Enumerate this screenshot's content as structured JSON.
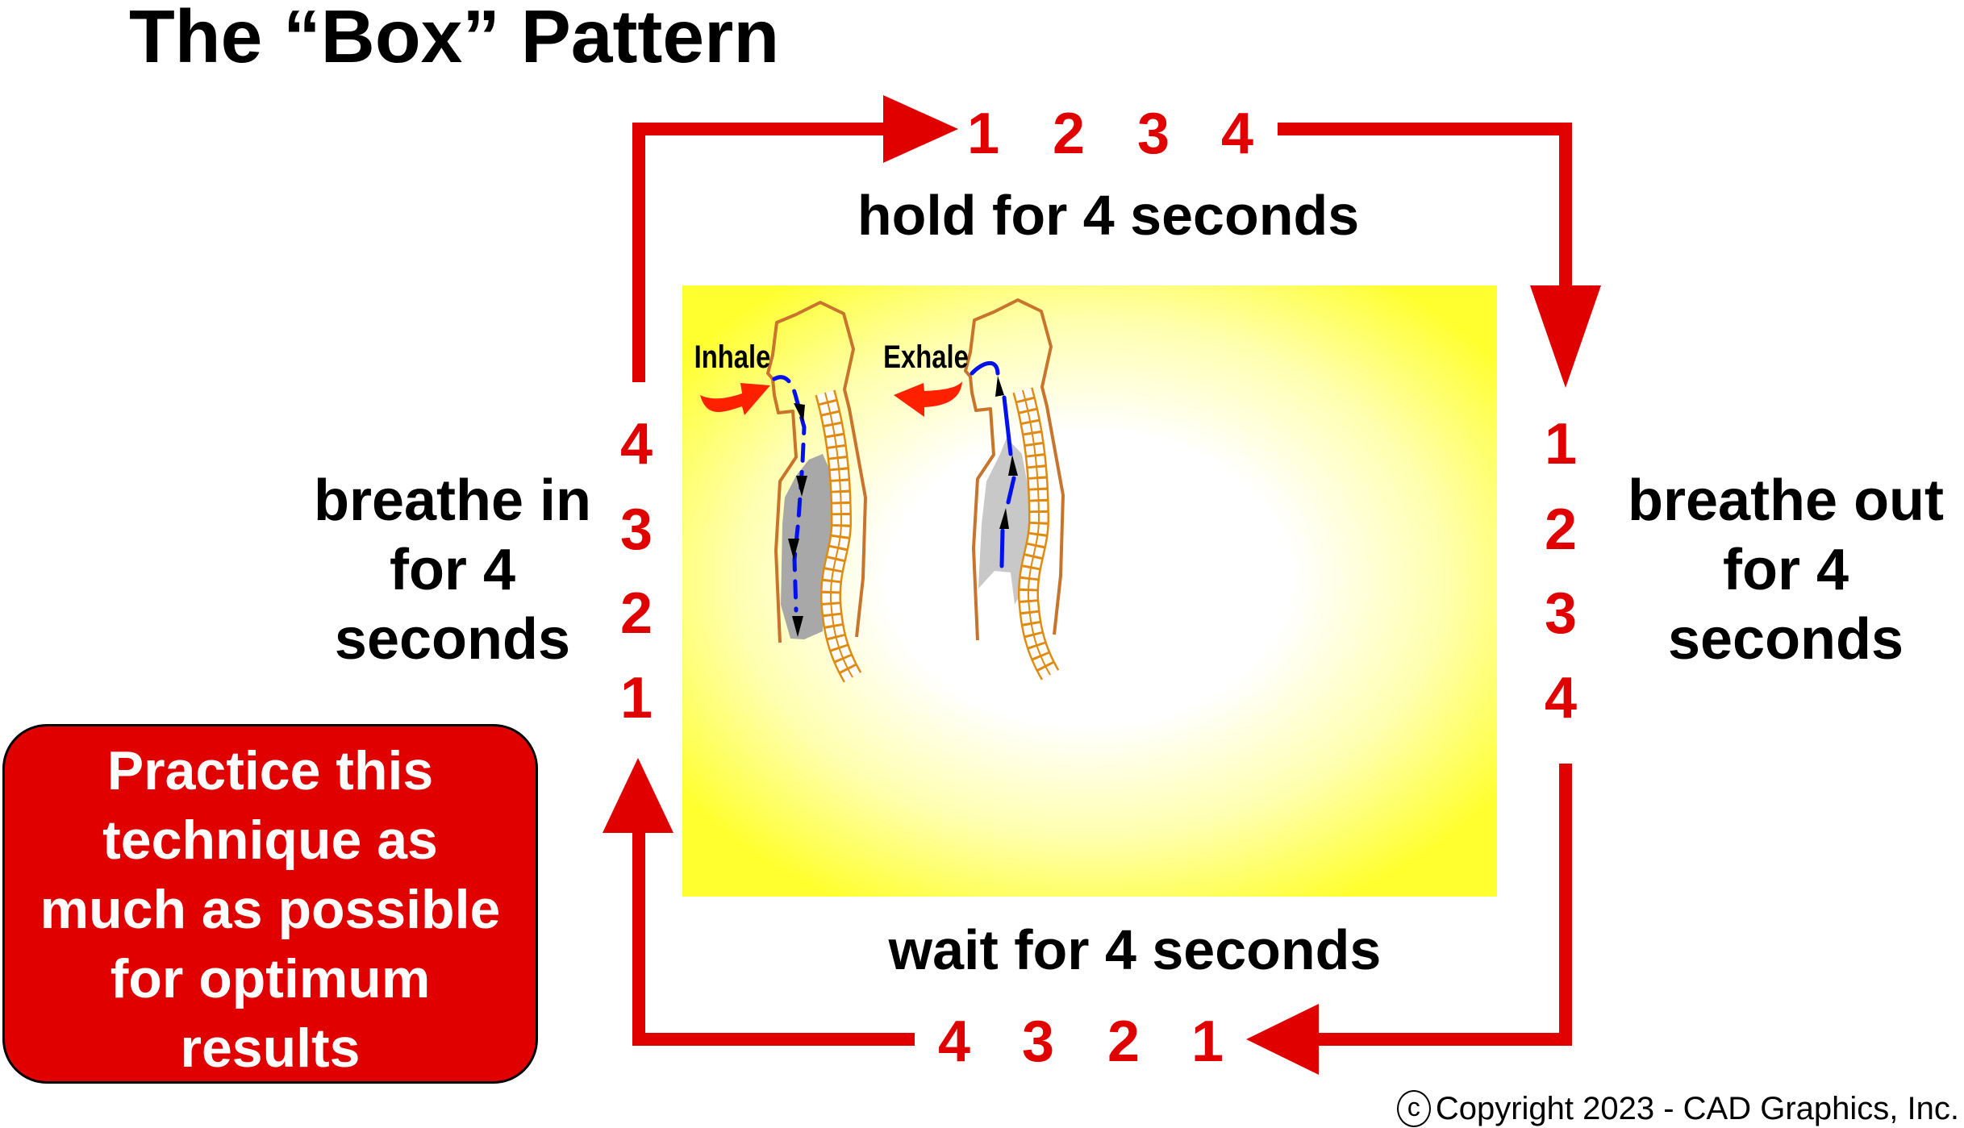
{
  "title": "The “Box” Pattern",
  "top": {
    "numbers": [
      "1",
      "2",
      "3",
      "4"
    ],
    "label": "hold for 4 seconds"
  },
  "right": {
    "numbers": [
      "1",
      "2",
      "3",
      "4"
    ],
    "lines": [
      "breathe out",
      "for 4",
      "seconds"
    ]
  },
  "bottom": {
    "numbers": [
      "4",
      "3",
      "2",
      "1"
    ],
    "label": "wait for 4 seconds"
  },
  "left": {
    "numbers": [
      "4",
      "3",
      "2",
      "1"
    ],
    "lines": [
      "breathe in",
      "for 4",
      "seconds"
    ]
  },
  "figure": {
    "inhale_label": "Inhale",
    "exhale_label": "Exhale"
  },
  "practice": {
    "lines": [
      "Practice this",
      "technique as",
      "much as possible",
      "for optimum",
      "results"
    ]
  },
  "copyright": {
    "symbol": "c",
    "text": "Copyright 2023 - CAD Graphics, Inc."
  },
  "colors": {
    "accent_red": "#e00000",
    "airway_blue": "#0010ee",
    "body_outline": "#c8742c"
  }
}
